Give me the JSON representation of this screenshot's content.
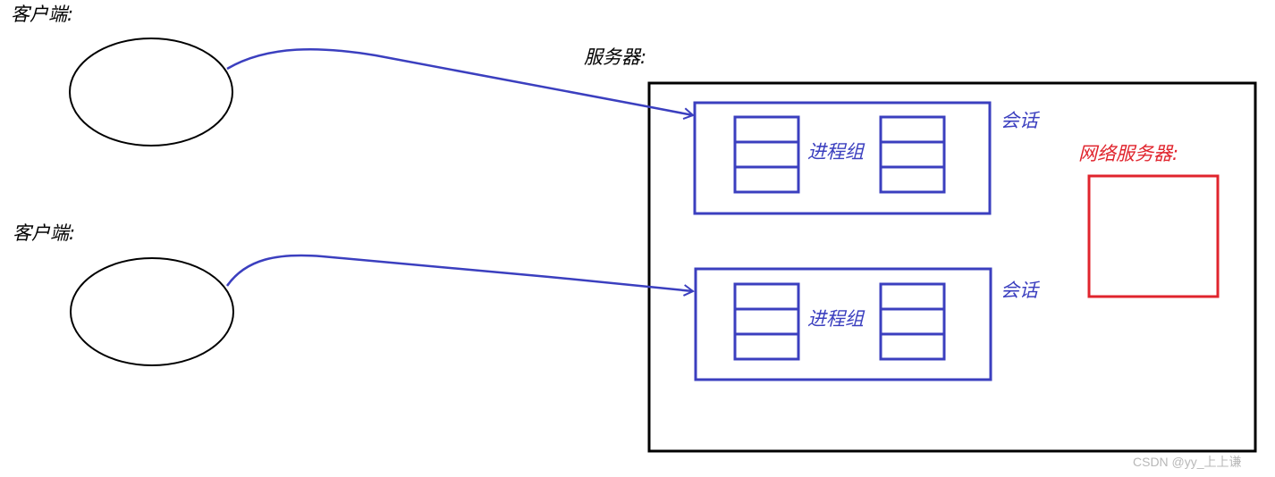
{
  "colors": {
    "client_stroke": "#000000",
    "server_stroke": "#000000",
    "session_stroke": "#3b3fbf",
    "arrow_stroke": "#3b3fbf",
    "network_server_stroke": "#e0242d"
  },
  "clients": [
    {
      "label": "客户端:"
    },
    {
      "label": "客户端:"
    }
  ],
  "server": {
    "label": "服务器:"
  },
  "sessions": [
    {
      "label": "会话",
      "process_group_label": "进程组"
    },
    {
      "label": "会话",
      "process_group_label": "进程组"
    }
  ],
  "network_server": {
    "label": "网络服务器:"
  },
  "watermark": "CSDN @yy_上上谦"
}
